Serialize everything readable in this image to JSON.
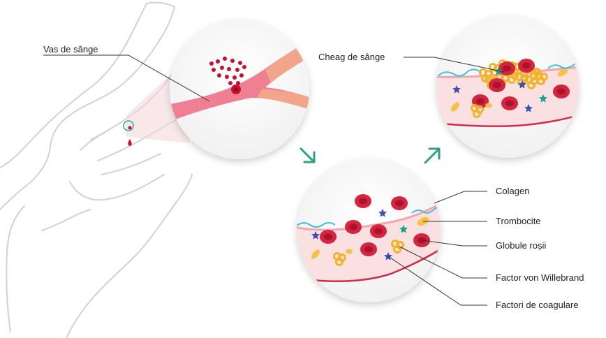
{
  "labels": {
    "blood_vessel": "Vas de sânge",
    "blood_clot": "Cheag de sânge",
    "collagen": "Colagen",
    "platelets": "Trombocite",
    "red_blood_cells": "Globule roșii",
    "von_willebrand_factor": "Factor von Willebrand",
    "clotting_factors": "Factori de coagulare"
  },
  "colors": {
    "vessel_pink": "#ef7f92",
    "vessel_peach": "#f3a58c",
    "red_cell": "#d3253f",
    "red_cell_inner": "#a8142c",
    "blood_drop": "#c8102e",
    "collagen_line": "#3fc1d8",
    "platelet": "#f6c23f",
    "vwf": "#f0b429",
    "factor_star": "#3b4fb4",
    "teal_star": "#1aa38b",
    "arrow_green": "#2f9e82",
    "lumen": "#fbe0e2",
    "vessel_wall": "#d22a4a",
    "hand_outline": "#cfcfcf"
  },
  "icons": {
    "down_arrow": "arrow-down-right-icon",
    "up_arrow": "arrow-up-right-icon"
  }
}
